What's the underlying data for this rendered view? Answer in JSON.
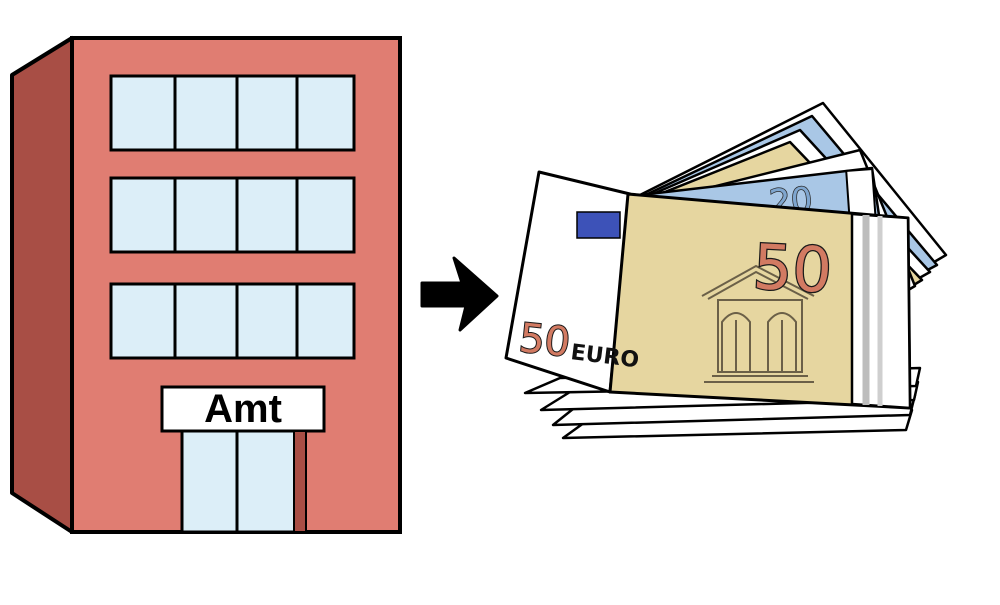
{
  "building": {
    "sign_label": "Amt"
  },
  "money": {
    "front_note_value": "50",
    "front_note_small_value": "50",
    "currency_word": "EURO",
    "back_note_value": "20"
  },
  "colors": {
    "building_front": "#e07d72",
    "building_side": "#a84e45",
    "window_glass": "#dceef8",
    "note_50": "#e6d6a0",
    "note_20": "#a9c7e6",
    "arrow": "#000000"
  },
  "icons": {
    "building": "office-building-icon",
    "arrow": "arrow-right-icon",
    "money": "banknotes-icon"
  }
}
